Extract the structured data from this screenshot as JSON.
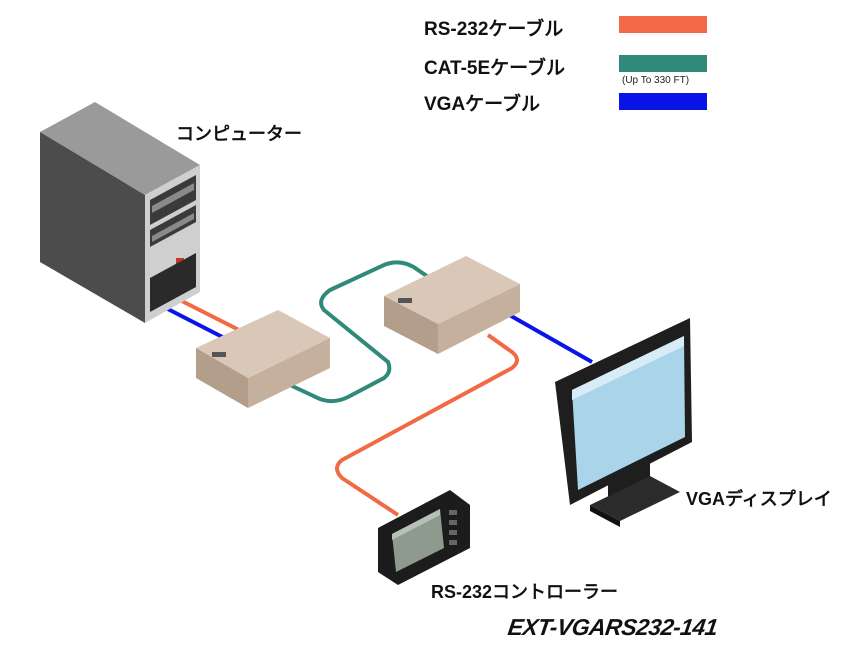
{
  "legend": {
    "items": [
      {
        "label": "RS-232ケーブル",
        "color": "#f26a45"
      },
      {
        "label": "CAT-5Eケーブル",
        "color": "#2f8a7a",
        "note": "(Up To 330 FT)"
      },
      {
        "label": "VGAケーブル",
        "color": "#0a14e6"
      }
    ]
  },
  "devices": {
    "computer": "コンピューター",
    "display": "VGAディスプレイ",
    "controller": "RS-232コントローラー"
  },
  "model": "EXT-VGARS232-141",
  "colors": {
    "rs232": "#f26a45",
    "cat5e": "#2f8a7a",
    "vga": "#0a14e6",
    "box": "#c9b6a4"
  }
}
